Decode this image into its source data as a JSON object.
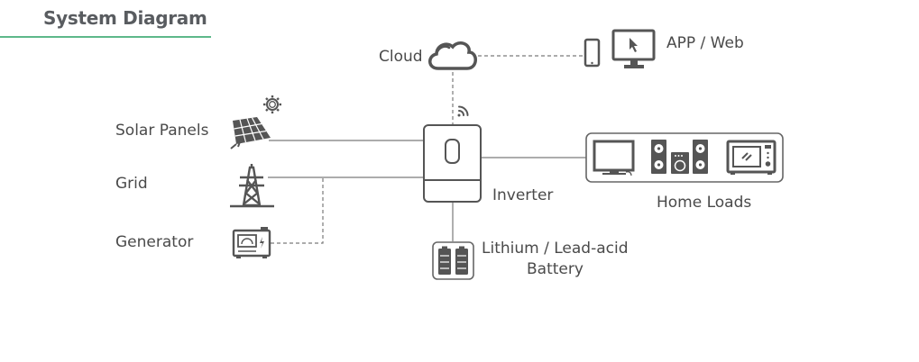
{
  "header": {
    "title": "System Diagram",
    "accent_color": "#5db88a"
  },
  "nodes": {
    "cloud": {
      "label": "Cloud",
      "icon": "cloud-icon"
    },
    "app_web": {
      "label": "APP / Web",
      "icons": [
        "smartphone-icon",
        "monitor-cursor-icon"
      ]
    },
    "solar": {
      "label": "Solar Panels",
      "icons": [
        "solar-panel-icon",
        "sun-icon"
      ]
    },
    "grid": {
      "label": "Grid",
      "icon": "transmission-tower-icon"
    },
    "generator": {
      "label": "Generator",
      "icon": "generator-icon"
    },
    "inverter": {
      "label": "Inverter",
      "icons": [
        "inverter-icon",
        "wifi-icon"
      ]
    },
    "home_loads": {
      "label": "Home Loads",
      "icons": [
        "tv-icon",
        "speakers-icon",
        "microwave-icon"
      ]
    },
    "battery": {
      "label_line1": "Lithium / Lead-acid",
      "label_line2": "Battery",
      "icon": "battery-icon"
    }
  },
  "connections": [
    {
      "from": "cloud",
      "to": "app_web",
      "style": "dashed"
    },
    {
      "from": "inverter",
      "to": "cloud",
      "style": "dashed"
    },
    {
      "from": "solar",
      "to": "inverter",
      "style": "solid"
    },
    {
      "from": "grid",
      "to": "inverter",
      "style": "solid"
    },
    {
      "from": "generator",
      "to": "grid",
      "style": "dashed"
    },
    {
      "from": "inverter",
      "to": "home_loads",
      "style": "solid"
    },
    {
      "from": "inverter",
      "to": "battery",
      "style": "solid"
    }
  ]
}
